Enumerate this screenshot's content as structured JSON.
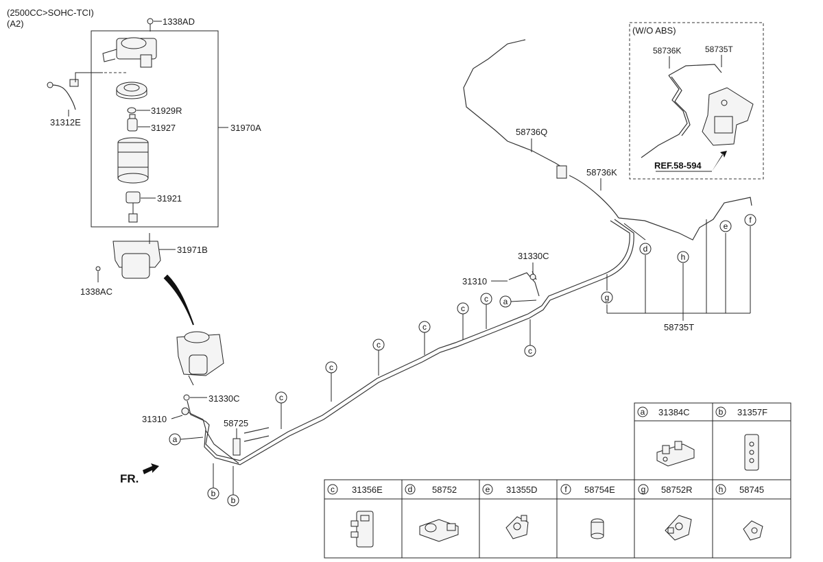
{
  "header": {
    "engine": "(2500CC>SOHC-TCI)",
    "variant": "(A2)"
  },
  "parts": {
    "p1338AD": "1338AD",
    "p31312E": "31312E",
    "p31929R": "31929R",
    "p31927": "31927",
    "p31970A": "31970A",
    "p31921": "31921",
    "p31971B": "31971B",
    "p1338AC": "1338AC",
    "p31330C_left": "31330C",
    "p31310_left": "31310",
    "p58725": "58725",
    "p31330C_right": "31330C",
    "p31310_right": "31310",
    "p58736Q": "58736Q",
    "p58736K_main": "58736K",
    "p58735T_main": "58735T"
  },
  "inset": {
    "title": "(W/O ABS)",
    "label_58736K": "58736K",
    "label_58735T": "58735T",
    "ref": "REF.58-594"
  },
  "direction_label": "FR.",
  "callouts": {
    "a": "a",
    "b": "b",
    "c": "c",
    "d": "d",
    "e": "e",
    "f": "f",
    "g": "g",
    "h": "h"
  },
  "legend": {
    "top_row": [
      {
        "letter": "a",
        "part": "31384C"
      },
      {
        "letter": "b",
        "part": "31357F"
      }
    ],
    "bottom_row": [
      {
        "letter": "c",
        "part": "31356E"
      },
      {
        "letter": "d",
        "part": "58752"
      },
      {
        "letter": "e",
        "part": "31355D"
      },
      {
        "letter": "f",
        "part": "58754E"
      },
      {
        "letter": "g",
        "part": "58752R"
      },
      {
        "letter": "h",
        "part": "58745"
      }
    ]
  }
}
